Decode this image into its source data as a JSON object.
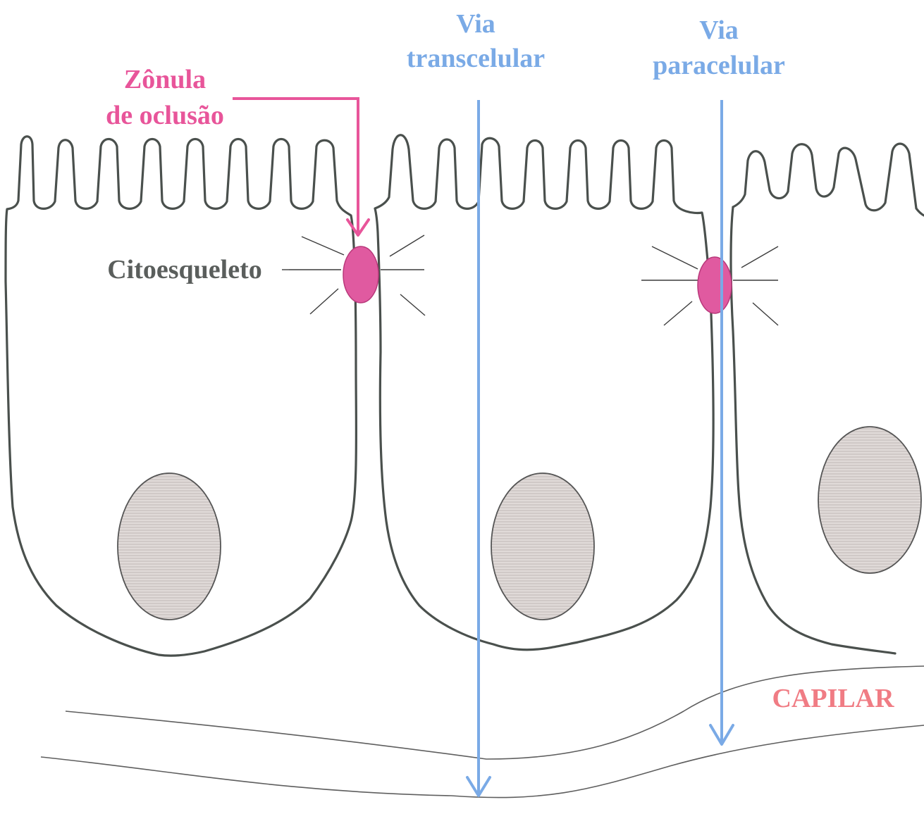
{
  "labels": {
    "zonula_line1": "Zônula",
    "zonula_line2": "de oclusão",
    "transcellular_line1": "Via",
    "transcellular_line2": "transcelular",
    "paracellular_line1": "Via",
    "paracellular_line2": "paracelular",
    "cytoskeleton": "Citoesqueleto",
    "capillary": "CAPILAR"
  },
  "colors": {
    "zonula": "#e8559a",
    "pathways": "#7aaae6",
    "cytoskeleton_label": "#5a5e5c",
    "capillary_label": "#f07c84",
    "cell_outline": "#4a504d",
    "nucleus_fill": "#d8d2d0"
  }
}
